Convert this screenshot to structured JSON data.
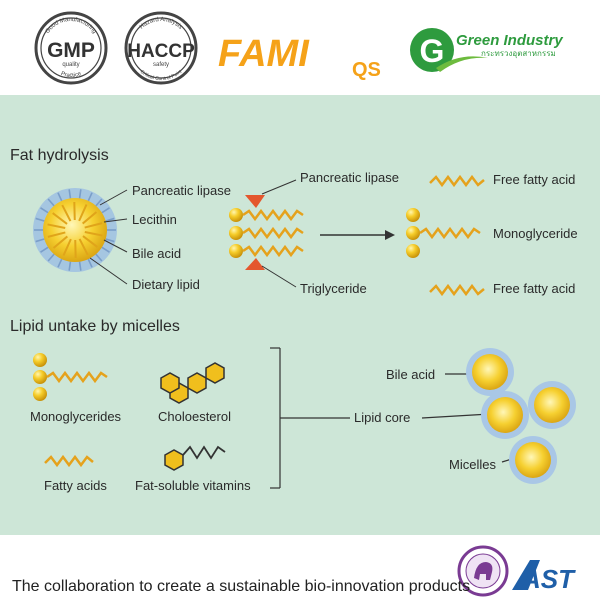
{
  "header": {
    "gmp": {
      "main": "GMP",
      "top": "Good Manufacturing",
      "quality": "quality",
      "bottom": "Practice"
    },
    "haccp": {
      "main": "HACCP",
      "top": "Hazard Analysis",
      "safety": "safety",
      "bottom": "Critical Control Point"
    },
    "fami_qs": {
      "fami": "FAMI",
      "qs": "QS"
    },
    "green_industry": {
      "name": "Green Industry",
      "thai": "กระทรวงอุตสาหกรรม"
    }
  },
  "fat_hydrolysis": {
    "title": "Fat hydrolysis",
    "micelle_labels": [
      "Pancreatic lipase",
      "Lecithin",
      "Bile acid",
      "Dietary lipid"
    ],
    "enzyme_label": "Pancreatic lipase",
    "substrate_label": "Triglyceride",
    "products": [
      "Free fatty acid",
      "Monoglyceride",
      "Free fatty acid"
    ]
  },
  "lipid_uptake": {
    "title": "Lipid untake by micelles",
    "items": [
      "Monoglycerides",
      "Choloesterol",
      "Fatty acids",
      "Fat-soluble vitamins"
    ],
    "core_label": "Lipid core",
    "bile_acid_label": "Bile acid",
    "micelles_label": "Micelles"
  },
  "footer": {
    "text": "The collaboration to create a sustainable bio-innovation products",
    "ast": "AST"
  },
  "colors": {
    "panel_bg": "#cde6d7",
    "sphere_yellow": "#f3c21b",
    "sphere_highlight": "#fff3a8",
    "chain_orange": "#e5a21c",
    "enzyme_red": "#e4572e",
    "micelle_blue": "#8fb4dd",
    "fami_orange": "#f5a219",
    "green": "#2e9b3e",
    "ast_blue": "#1f5fa8",
    "seal_purple": "#7a3b93"
  }
}
